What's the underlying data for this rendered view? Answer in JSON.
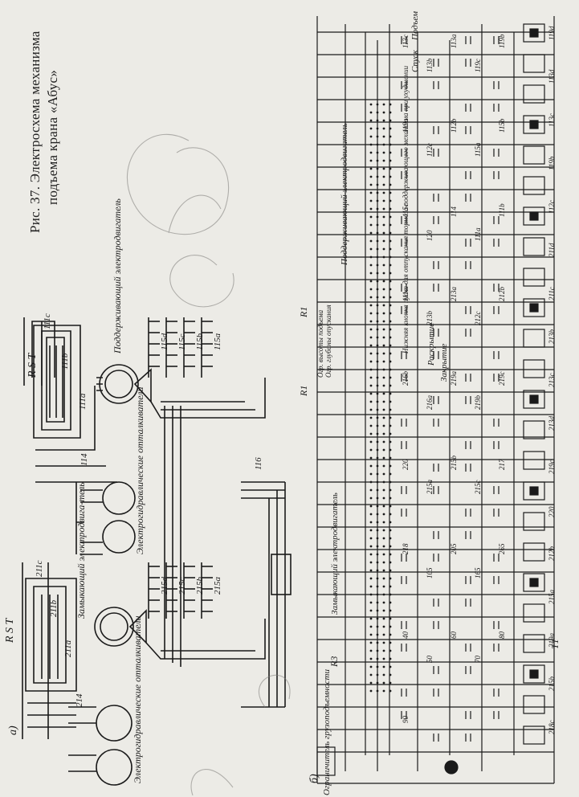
{
  "caption": {
    "line1": "Рис. 37. Электросхема механизма",
    "line2": "подъема крана «Абус»"
  },
  "panel_a": {
    "tag": "а)",
    "supply_top": "R S T",
    "supply_bottom": "R S T",
    "relay_labels_top": [
      "111c",
      "111b",
      "111a"
    ],
    "relay_labels_bottom": [
      "211c",
      "211b",
      "211a"
    ],
    "contact_114": "114",
    "contact_214": "214",
    "motor_aux": "Поддерживающий электродвигатель",
    "motor_main": "Замыкающий электродвига-тель",
    "pusher_top": "Электрогидравлические отталкиватели",
    "pusher_bottom": "Электрогидравлические отталкиватели",
    "resistor_group_top": [
      "115d",
      "115c",
      "115b",
      "115a"
    ],
    "resistor_group_bottom": [
      "215d",
      "215c",
      "215b",
      "215a"
    ],
    "contact_116": "116"
  },
  "panel_b": {
    "tag": "б)",
    "label_R1_a": "R1",
    "label_R1_b": "R1",
    "label_R3": "R3",
    "label_T1": "T1",
    "aux_motor_text": "Поддерживающий электродвигатель",
    "closing_motor_text": "Замыкающий электродвигатель",
    "limiter_text": "Ограничитель грузоподъемности",
    "brake_text": "Нижняя кнопка пуска для отпускания тормоза поддерживающего механизма при ухудшении",
    "height_text": "Огр. высоты подъема",
    "depth_text": "Огр. глубины опускания",
    "dig_text": "Раскрытие",
    "close_text": "Закрытие",
    "lower_text": "Спуск",
    "lift_text": "Подъем",
    "contact_numbers": [
      "113c",
      "113b",
      "113a",
      "119c",
      "119b",
      "119a",
      "112c",
      "112b",
      "115a",
      "115b",
      "115c",
      "120",
      "114",
      "111a",
      "111b",
      "111c",
      "213b",
      "213a",
      "212c",
      "212b",
      "216b",
      "216a",
      "219a",
      "219b",
      "219c",
      "220",
      "215a",
      "215b",
      "215c",
      "217",
      "218",
      "105",
      "205",
      "165",
      "265",
      "40",
      "50",
      "60",
      "70",
      "80",
      "90"
    ],
    "relay_coils": [
      "119d",
      "113d",
      "113c",
      "119b",
      "112c",
      "211d",
      "211c",
      "213b",
      "213c",
      "213d",
      "219c",
      "220",
      "212b",
      "215a",
      "219a",
      "215b",
      "218c"
    ]
  }
}
